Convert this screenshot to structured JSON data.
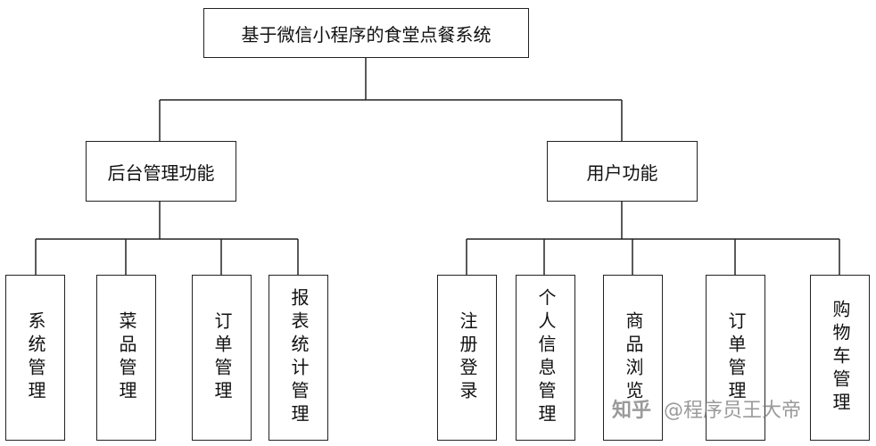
{
  "root": {
    "label": "基于微信小程序的食堂点餐系统"
  },
  "branches": [
    {
      "label": "后台管理功能",
      "children": [
        "系统管理",
        "菜品管理",
        "订单管理",
        "报表统计管理"
      ]
    },
    {
      "label": "用户功能",
      "children": [
        "注册登录",
        "个人信息管理",
        "商品浏览",
        "订单管理",
        "购物车管理"
      ]
    }
  ],
  "watermark": {
    "logo": "知乎",
    "text": "@程序员王大帝"
  }
}
